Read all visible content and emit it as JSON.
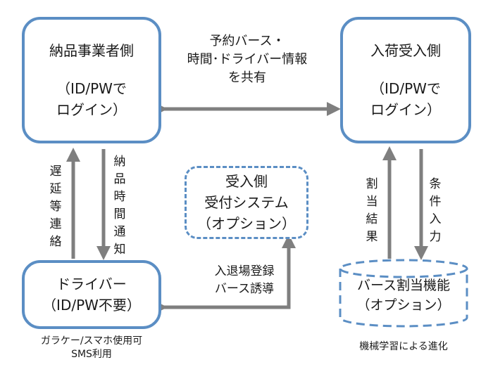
{
  "vendor": {
    "title": "納品事業者側",
    "sub1": "（ID/PWで",
    "sub2": "ログイン）"
  },
  "receiver": {
    "title": "入荷受入側",
    "sub1": "（ID/PWで",
    "sub2": "ログイン）"
  },
  "driver": {
    "title": "ドライバー",
    "sub": "（ID/PW不要）"
  },
  "reception": {
    "line1": "受入側",
    "line2": "受付システム",
    "line3": "（オプション）"
  },
  "berth": {
    "line1": "バース割当機能",
    "line2": "（オプション）"
  },
  "share_label": {
    "line1": "予約バース・",
    "line2": "時間･ドライバー情報",
    "line3": "を共有"
  },
  "delay_label": "遅\n延\n等\n連\n絡",
  "delivery_label": "納\n品\n時\n間\n通\n知",
  "assign_label": "割\n当\n結\n果",
  "condition_label": "条\n件\n入\n力",
  "entry_label": {
    "line1": "入退場登録",
    "line2": "バース誘導"
  },
  "phone_caption": {
    "line1": "ガラケー/スマホ使用可",
    "line2": "SMS利用"
  },
  "ml_caption": "機械学習による進化"
}
